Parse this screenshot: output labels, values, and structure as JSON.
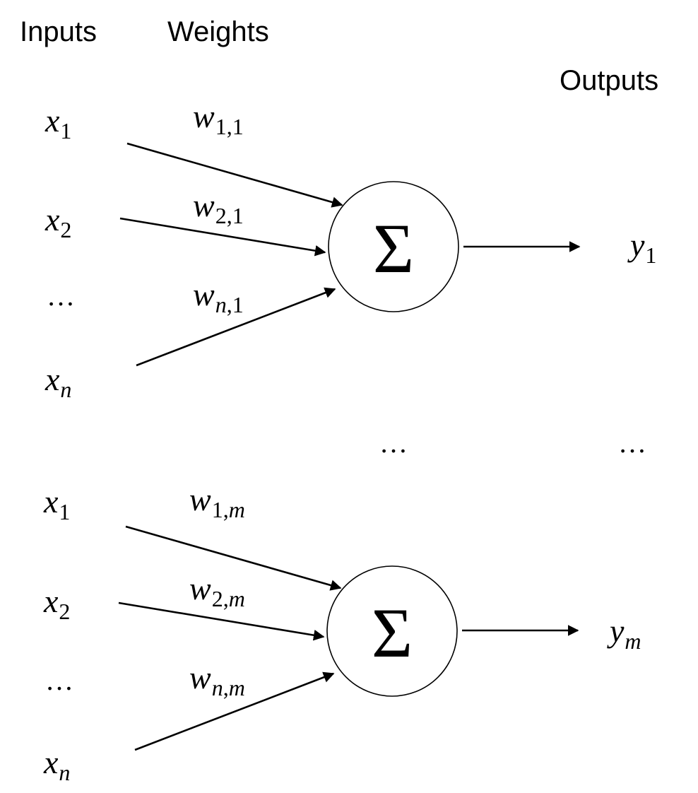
{
  "headers": {
    "inputs": "Inputs",
    "weights": "Weights",
    "outputs": "Outputs"
  },
  "ellipsis": "…",
  "sigma": "Σ",
  "neuron1": {
    "inputs": [
      {
        "base": "x",
        "sub": "1",
        "sub_italic": false
      },
      {
        "base": "x",
        "sub": "2",
        "sub_italic": false
      },
      {
        "base": "x",
        "sub": "n",
        "sub_italic": true
      }
    ],
    "weights": [
      {
        "base": "w",
        "sub": "1,1"
      },
      {
        "base": "w",
        "sub": "2,1"
      },
      {
        "base": "w",
        "sub": "n,1"
      }
    ],
    "output": {
      "base": "y",
      "sub": "1",
      "sub_italic": false
    }
  },
  "neuron2": {
    "inputs": [
      {
        "base": "x",
        "sub": "1",
        "sub_italic": false
      },
      {
        "base": "x",
        "sub": "2",
        "sub_italic": false
      },
      {
        "base": "x",
        "sub": "n",
        "sub_italic": true
      }
    ],
    "weights": [
      {
        "base": "w",
        "sub": "1,m"
      },
      {
        "base": "w",
        "sub": "2,m"
      },
      {
        "base": "w",
        "sub": "n,m"
      }
    ],
    "output": {
      "base": "y",
      "sub": "m",
      "sub_italic": true
    }
  }
}
